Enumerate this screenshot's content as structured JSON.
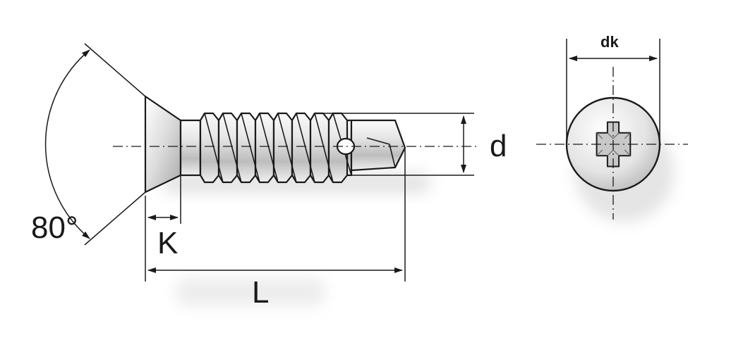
{
  "diagram": {
    "labels": {
      "angle": "80°",
      "head_height": "K",
      "length": "L",
      "diameter": "d",
      "head_diameter": "dk"
    },
    "colors": {
      "line": "#1a1a1a",
      "steel_light": "#f2f2f2",
      "steel_mid": "#c8c8c8",
      "steel_dark": "#8a8a8a",
      "shadow": "#d9d9d9"
    }
  }
}
